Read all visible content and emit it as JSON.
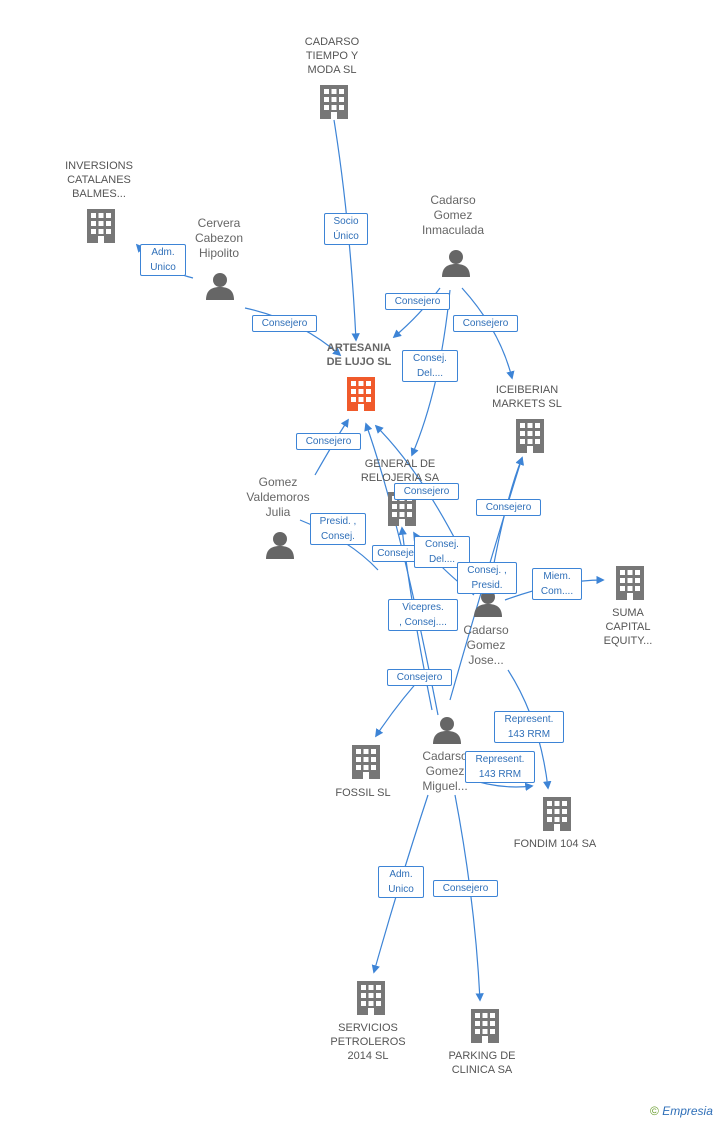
{
  "colors": {
    "edge": "#3d84d6",
    "company": "#777777",
    "center_company": "#f05a2b",
    "person": "#666666"
  },
  "center": {
    "lines": [
      "ARTESANIA",
      "DE LUJO SL"
    ]
  },
  "companies": [
    {
      "id": "cadarso-tiempo",
      "lines": [
        "CADARSO",
        "TIEMPO Y",
        "MODA SL"
      ]
    },
    {
      "id": "inversions",
      "lines": [
        "INVERSIONS",
        "CATALANES",
        "BALMES..."
      ]
    },
    {
      "id": "iceiberian",
      "lines": [
        "ICEIBERIAN",
        "MARKETS SL"
      ]
    },
    {
      "id": "general",
      "lines": [
        "GENERAL DE",
        "RELOJERIA SA"
      ]
    },
    {
      "id": "suma",
      "lines": [
        "SUMA",
        "CAPITAL",
        "EQUITY..."
      ]
    },
    {
      "id": "fossil",
      "lines": [
        "FOSSIL SL"
      ]
    },
    {
      "id": "fondim",
      "lines": [
        "FONDIM 104 SA"
      ]
    },
    {
      "id": "servicios",
      "lines": [
        "SERVICIOS",
        "PETROLEROS",
        "2014  SL"
      ]
    },
    {
      "id": "parking",
      "lines": [
        "PARKING DE",
        "CLINICA SA"
      ]
    }
  ],
  "persons": [
    {
      "id": "cervera",
      "lines": [
        "Cervera",
        "Cabezon",
        "Hipolito"
      ]
    },
    {
      "id": "inmaculada",
      "lines": [
        "Cadarso",
        "Gomez",
        "Inmaculada"
      ]
    },
    {
      "id": "julia",
      "lines": [
        "Gomez",
        "Valdemoros",
        "Julia"
      ]
    },
    {
      "id": "jose",
      "lines": [
        "Cadarso",
        "Gomez",
        "Jose..."
      ]
    },
    {
      "id": "miguel",
      "lines": [
        "Cadarso",
        "Gomez",
        "Miguel..."
      ]
    }
  ],
  "edge_labels": [
    {
      "id": "e1",
      "lines": [
        "Socio",
        "Único"
      ]
    },
    {
      "id": "e2",
      "lines": [
        "Adm.",
        "Unico"
      ]
    },
    {
      "id": "e3",
      "lines": [
        "Consejero"
      ]
    },
    {
      "id": "e4",
      "lines": [
        "Consejero"
      ]
    },
    {
      "id": "e5",
      "lines": [
        "Consejero"
      ]
    },
    {
      "id": "e6",
      "lines": [
        "Consej.",
        "Del...."
      ]
    },
    {
      "id": "e7",
      "lines": [
        "Consejero"
      ]
    },
    {
      "id": "e8",
      "lines": [
        "Presid. ,",
        "Consej."
      ]
    },
    {
      "id": "e9",
      "lines": [
        "Consejero"
      ]
    },
    {
      "id": "e10",
      "lines": [
        "Consejero"
      ]
    },
    {
      "id": "e11",
      "lines": [
        "Consej.",
        "Del...."
      ]
    },
    {
      "id": "e12",
      "lines": [
        "Consejero"
      ]
    },
    {
      "id": "e13",
      "lines": [
        "Consej. ,",
        "Presid."
      ]
    },
    {
      "id": "e14",
      "lines": [
        "Miem.",
        "Com...."
      ]
    },
    {
      "id": "e15",
      "lines": [
        "Vicepres.",
        ", Consej...."
      ]
    },
    {
      "id": "e16",
      "lines": [
        "Consejero"
      ]
    },
    {
      "id": "e17",
      "lines": [
        "Represent.",
        "143 RRM"
      ]
    },
    {
      "id": "e18",
      "lines": [
        "Represent.",
        "143 RRM"
      ]
    },
    {
      "id": "e19",
      "lines": [
        "Adm.",
        "Unico"
      ]
    },
    {
      "id": "e20",
      "lines": [
        "Consejero"
      ]
    }
  ],
  "brand": {
    "symbol": "©",
    "name": "mpresia",
    "initial": "E"
  }
}
